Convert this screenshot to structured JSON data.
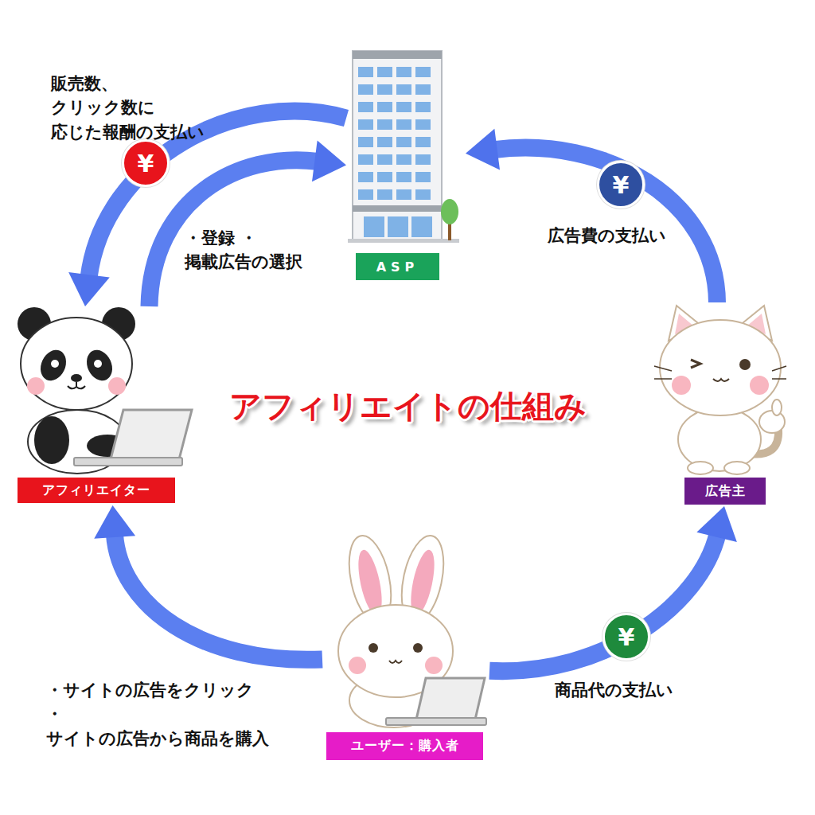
{
  "diagram": {
    "title": "アフィリエイトの仕組み",
    "nodes": [
      {
        "text": [
          "ASP"
        ]
      },
      {
        "text": [
          "アフィリエイター"
        ]
      },
      {
        "text": [
          "広告主"
        ]
      },
      {
        "text": [
          "ユーザー：購入者"
        ]
      }
    ],
    "edges": [
      {
        "from": 0,
        "to": 1,
        "arrow": "to",
        "label": "販売数、クリック数に 応じた報酬の支払い"
      },
      {
        "from": 1,
        "to": 0,
        "arrow": "to",
        "label": "・登録 ・掲載広告の選択"
      },
      {
        "from": 2,
        "to": 0,
        "arrow": "to",
        "label": "広告費の支払い"
      },
      {
        "from": 3,
        "to": 1,
        "arrow": "to",
        "label": "・サイトの広告をクリック ・サイトの広告から商品を購入"
      },
      {
        "from": 3,
        "to": 2,
        "arrow": "to",
        "label": "商品代の支払い"
      }
    ],
    "labels": [
      "¥",
      "¥",
      "¥"
    ]
  }
}
